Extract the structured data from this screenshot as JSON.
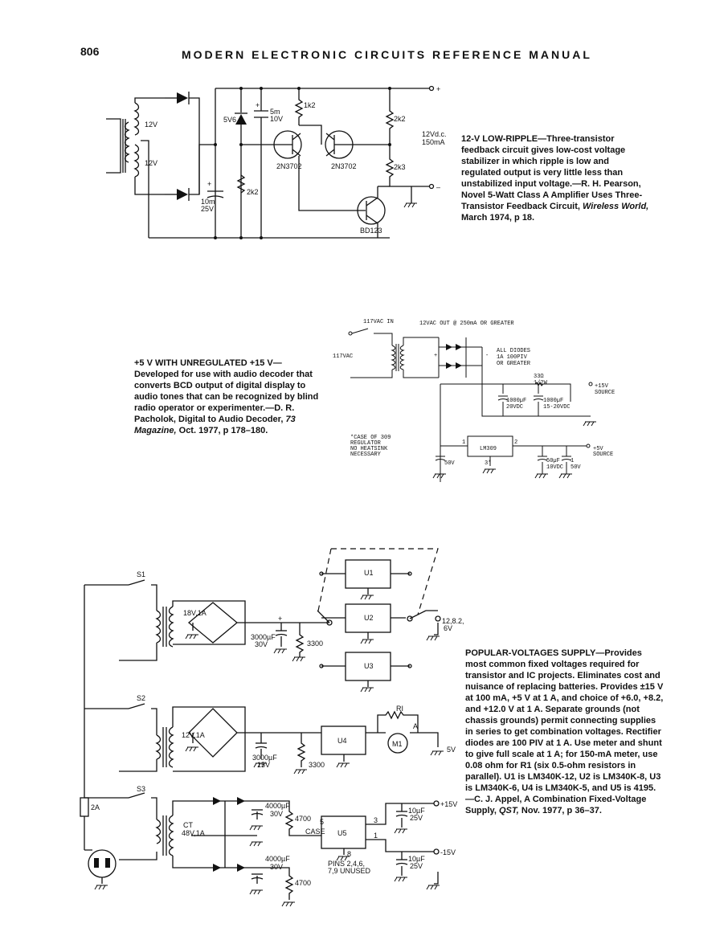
{
  "header": {
    "page_number": "806",
    "title": "MODERN ELECTRONIC CIRCUITS REFERENCE MANUAL"
  },
  "fig1": {
    "labels": {
      "plus": "+",
      "minus": "–",
      "v12a": "12V",
      "v12b": "12V",
      "zener": "5V6",
      "cap_val": "5m",
      "cap_v": "10V",
      "r1": "1k2",
      "r2": "2k2",
      "r3": "2k3",
      "r4": "2k2",
      "tr1": "2N3702",
      "tr2": "2N3702",
      "tr3": "BD123",
      "cap2_val": "10m",
      "cap2_v": "25V",
      "cap_plus": "+",
      "out_v": "12Vd.c.",
      "out_i": "150mA"
    },
    "caption": {
      "heading": "12-V LOW-RIPPLE—",
      "body": "Three-transistor feedback circuit gives low-cost voltage stabilizer in which ripple is low and regulated output is very little less than unstabilized input voltage.—R. H. Pearson, Novel 5-Watt Class A Amplifier Uses Three-Transistor Feedback Circuit, ",
      "journal": "Wireless World,",
      "tail": " March 1974, p 18."
    }
  },
  "fig2": {
    "labels": {
      "vac_in": "117VAC IN",
      "vac_out": "12VAC OUT @ 250mA OR GREATER",
      "vac": "117VAC",
      "diodes1": "ALL DIODES",
      "diodes2": "1A 100PIV",
      "diodes3": "OR GREATER",
      "res1": "33Ω",
      "res2": "1/2W",
      "c1a": "1000µF",
      "c1b": "20VDC",
      "c2a": "1000µF",
      "c2b": "15-20VDC",
      "out15a": "+15V",
      "out15b": "SOURCE",
      "case1": "*CASE OF 309",
      "case2": "REGULATOR",
      "case3": "NO HEATSINK",
      "case4": "NECESSARY",
      "reg": "LM309",
      "pin2": "2",
      "pin1": "1",
      "pin3": "3*",
      "c3a": "50µF",
      "c3b": "10VDC",
      "c4a": "1",
      "c4b": "50V",
      "c5": "50V",
      "out5a": "+5V",
      "out5b": "SOURCE",
      "plus": "+",
      "minus": "-"
    },
    "caption": {
      "heading": "+5 V WITH UNREGULATED +15 V—",
      "body": "Developed for use with audio decoder that converts BCD output of digital display to audio tones that can be recognized by blind radio operator or experimenter.—D. R. Pacholok, Digital to Audio Decoder, ",
      "journal": "73 Magazine,",
      "tail": " Oct. 1977, p 178–180."
    }
  },
  "fig3": {
    "labels": {
      "s1": "S1",
      "s2": "S2",
      "s3": "S3",
      "t1": "18V,1A",
      "t2": "12V,1A",
      "ct": "CT",
      "t3": "48V,1A",
      "c1a": "3000µF",
      "c1b": "30V",
      "r1": "3300",
      "u1": "U1",
      "u2": "U2",
      "u3": "U3",
      "out1a": "12,8.2,",
      "out1b": "6V",
      "c2a": "3000µF",
      "c2b": "15V",
      "r2": "3300",
      "u4": "U4",
      "ri": "RI",
      "m1": "M1",
      "a": "A",
      "out2": "5V",
      "c3a": "4000µF",
      "c3b": "30V",
      "r3": "4700",
      "case": "CASE",
      "u5": "U5",
      "p5": "5",
      "p3": "3",
      "p1": "1",
      "p8": "8",
      "pins1": "PINS 2,4,6,",
      "pins2": "7,9 UNUSED",
      "c4a": "4000µF",
      "c4b": "30V",
      "r4": "4700",
      "c5a": "10µF",
      "c5b": "25V",
      "c6a": "10µF",
      "c6b": "25V",
      "plus15": "+15V",
      "minus15": "-15V",
      "fuse": "2A",
      "plus": "+"
    },
    "caption": {
      "heading": "POPULAR-VOLTAGES SUPPLY—",
      "body": "Provides most common fixed voltages required for transistor and IC projects. Eliminates cost and nuisance of replacing batteries. Provides ±15 V at 100 mA, +5 V at 1 A, and choice of +6.0, +8.2, and +12.0 V at 1 A. Separate grounds (not chassis grounds) permit connecting supplies in series to get combination voltages. Rectifier diodes are 100 PIV at 1 A. Use meter and shunt to give full scale at 1 A; for 150-mA meter, use 0.08 ohm for R1 (six 0.5-ohm resistors in parallel). U1 is LM340K-12, U2 is LM340K-8, U3 is LM340K-6, U4 is LM340K-5, and U5 is 4195.—C. J. Appel, A Combination Fixed-Voltage Supply, ",
      "journal": "QST,",
      "tail": " Nov. 1977, p 36–37."
    }
  }
}
